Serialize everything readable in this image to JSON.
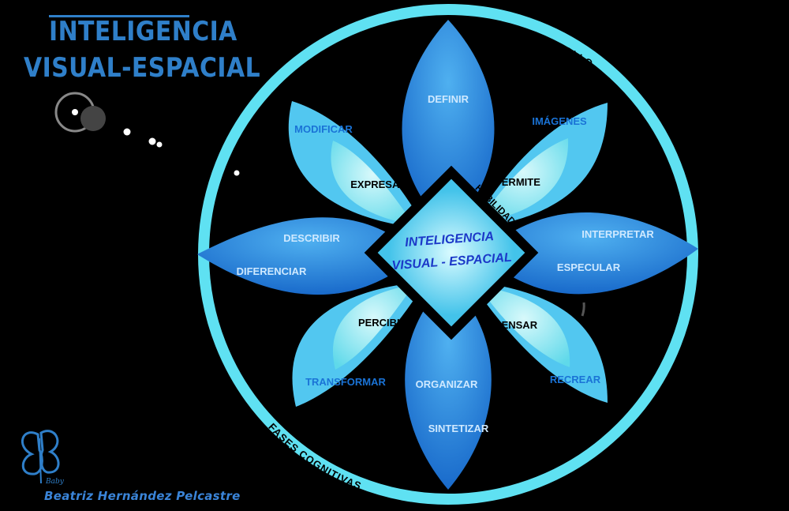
{
  "title": {
    "line1": "INTELIGENCIA",
    "line2": "VISUAL-ESPACIAL"
  },
  "author": "Beatriz Hernández Pelcastre",
  "logo_text": "Baby",
  "ring_labels": {
    "top": "DESARROLLO",
    "bottom": "FASES COGNITIVAS"
  },
  "center": {
    "line1": "INTELIGENCIA",
    "line2": "VISUAL - ESPACIAL",
    "side_label": "HABILIDAD"
  },
  "inner_words": {
    "expresar": "EXPRESAR",
    "permite": "PERMITE",
    "percibir": "PERCIBIR",
    "pensar": "PENSAR"
  },
  "petal_words": {
    "definir": "DEFINIR",
    "imagenes": "IMÁGENES",
    "modificar": "MODIFICAR",
    "interpretar": "INTERPRETAR",
    "especular": "ESPECULAR",
    "describir": "DESCRIBIR",
    "diferenciar": "DIFERENCIAR",
    "transformar": "TRANSFORMAR",
    "organizar": "ORGANIZAR",
    "sintetizar": "SINTETIZAR",
    "recrear": "RECREAR"
  },
  "colors": {
    "background": "#000000",
    "ring": "#5fe1f2",
    "petal_dark": "#1a73d6",
    "petal_light": "#6fe3ee",
    "title_blue": "#2f7fc9",
    "label_blue": "#2bb6f0"
  }
}
